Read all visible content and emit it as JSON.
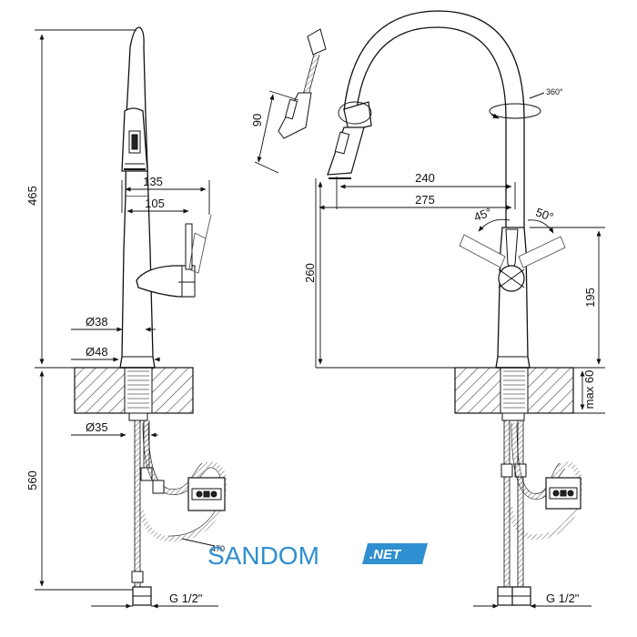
{
  "dimensions": {
    "height_total": "465",
    "depth_below": "560",
    "reach_135": "135",
    "reach_105": "105",
    "dia_38": "Ø38",
    "dia_48": "Ø48",
    "dia_35": "Ø35",
    "hose_length": "470",
    "thread_left": "G 1/2\"",
    "thread_right": "G 1/2\"",
    "spray_height": "90",
    "rotation": "360°",
    "reach_240": "240",
    "reach_275": "275",
    "angle_left": "45°",
    "angle_right": "50°",
    "height_260": "260",
    "height_195": "195",
    "max_thickness": "max 60"
  },
  "watermark": {
    "brand": "SANDOM",
    "suffix": ".NET"
  },
  "colors": {
    "line": "#111111",
    "hatch": "#444444",
    "watermark_blue": "#2f8fd0"
  }
}
